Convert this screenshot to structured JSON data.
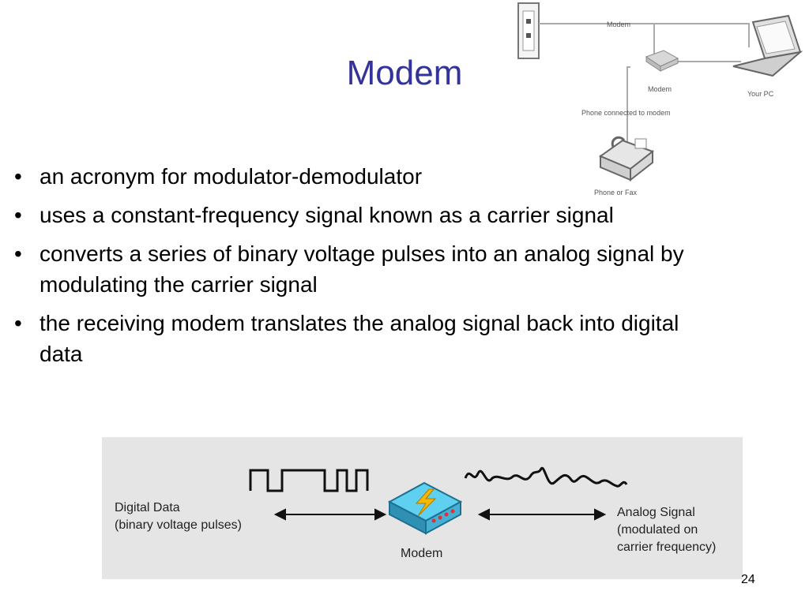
{
  "slide": {
    "title": "Modem",
    "page_number": "24"
  },
  "bullets": [
    {
      "text": "an acronym for modulator-demodulator"
    },
    {
      "text": "uses a constant-frequency signal known as a carrier signal"
    },
    {
      "text": "converts a series of binary voltage pulses into an analog signal by modulating the carrier signal"
    },
    {
      "text": "the receiving modem translates the analog signal back into digital data"
    }
  ],
  "bullet_glyph": "•",
  "network_diagram": {
    "line_label": "Modem",
    "modem_label": "Modem",
    "pc_label": "Your PC",
    "phone_line_label": "Phone connected to modem",
    "phone_label": "Phone or Fax"
  },
  "modem_figure": {
    "digital_label_1": "Digital Data",
    "digital_label_2": "(binary voltage pulses)",
    "modem_label": "Modem",
    "analog_label_1": "Analog Signal",
    "analog_label_2": "(modulated on",
    "analog_label_3": "carrier frequency)"
  },
  "colors": {
    "title": "#333399",
    "figure_background": "#e5e5e5",
    "modem_body": "#4fc3e6",
    "lightning": "#f5b800"
  }
}
